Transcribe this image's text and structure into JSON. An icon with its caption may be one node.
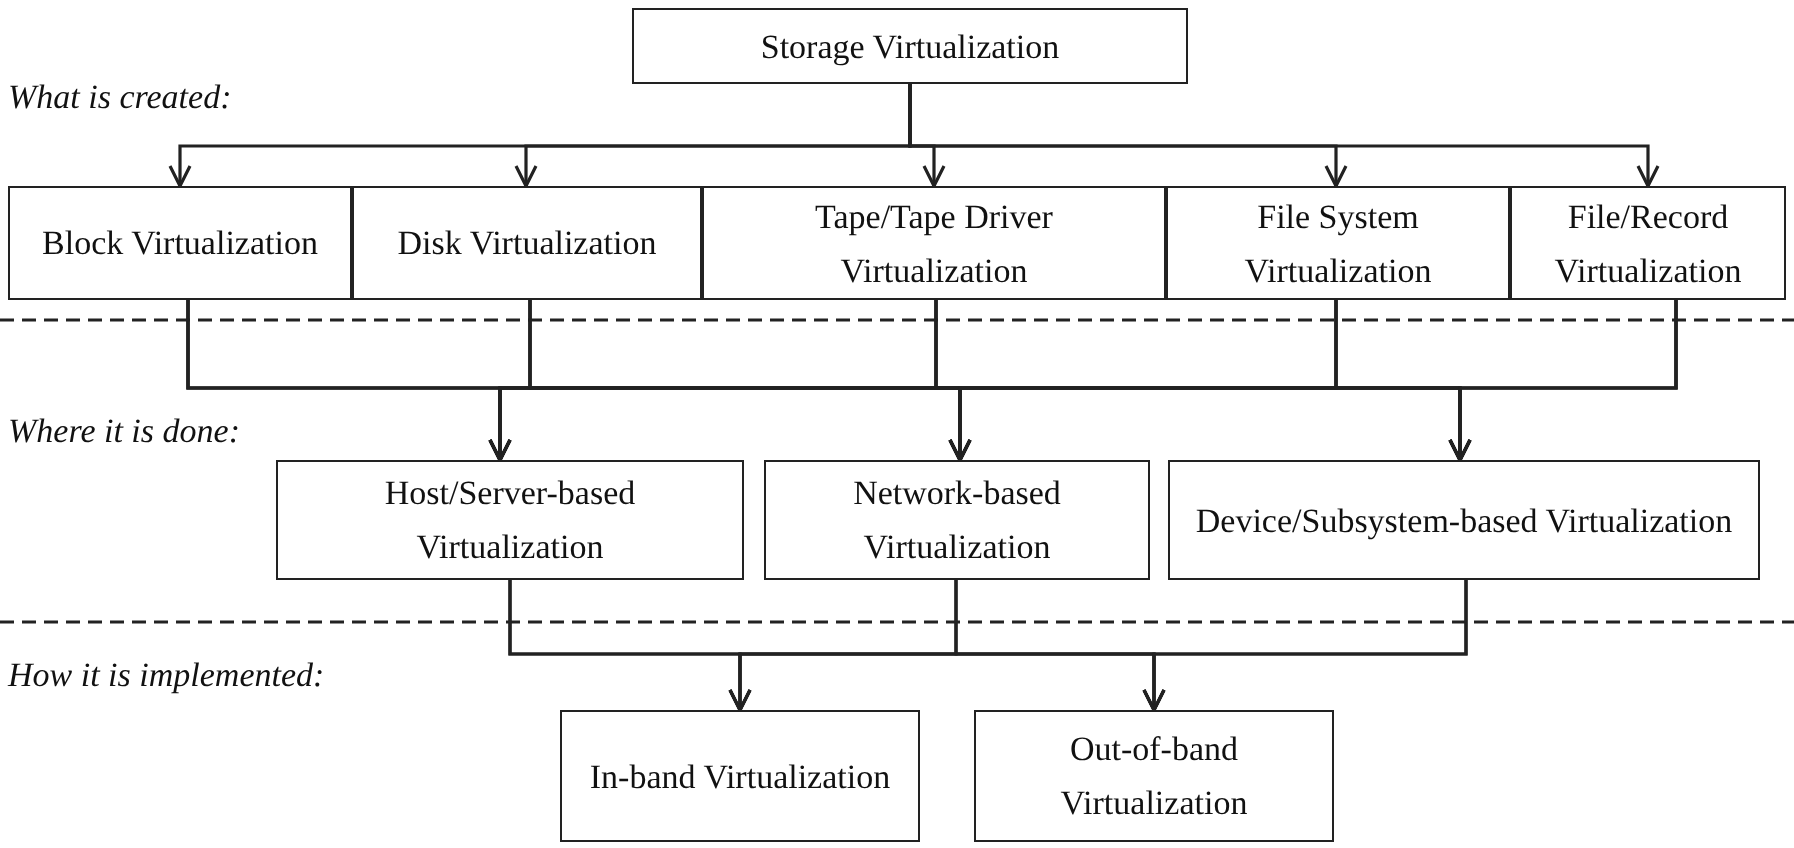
{
  "diagram": {
    "nodes": [
      {
        "text": [
          "Storage Virtualization"
        ]
      },
      {
        "text": [
          "Block Virtualization"
        ]
      },
      {
        "text": [
          "Disk Virtualization"
        ]
      },
      {
        "text": [
          "Tape/Tape Driver Virtualization"
        ]
      },
      {
        "text": [
          "File System Virtualization"
        ]
      },
      {
        "text": [
          "File/Record Virtualization"
        ]
      },
      {
        "text": [
          "Host/Server-based Virtualization"
        ]
      },
      {
        "text": [
          "Network-based Virtualization"
        ]
      },
      {
        "text": [
          "Device/Subsystem-based Virtualization"
        ]
      },
      {
        "text": [
          "In-band Virtualization"
        ]
      },
      {
        "text": [
          "Out-of-band Virtualization"
        ]
      }
    ],
    "edges": [
      {
        "from": 0,
        "to": 1,
        "arrow": "to"
      },
      {
        "from": 0,
        "to": 2,
        "arrow": "to"
      },
      {
        "from": 0,
        "to": 3,
        "arrow": "to"
      },
      {
        "from": 0,
        "to": 4,
        "arrow": "to"
      },
      {
        "from": 0,
        "to": 5,
        "arrow": "to"
      },
      {
        "from": 1,
        "to": 6,
        "arrow": "to"
      },
      {
        "from": 1,
        "to": 7,
        "arrow": "to"
      },
      {
        "from": 1,
        "to": 8,
        "arrow": "to"
      },
      {
        "from": 2,
        "to": 6,
        "arrow": "to"
      },
      {
        "from": 2,
        "to": 7,
        "arrow": "to"
      },
      {
        "from": 2,
        "to": 8,
        "arrow": "to"
      },
      {
        "from": 3,
        "to": 6,
        "arrow": "to"
      },
      {
        "from": 3,
        "to": 7,
        "arrow": "to"
      },
      {
        "from": 3,
        "to": 8,
        "arrow": "to"
      },
      {
        "from": 4,
        "to": 6,
        "arrow": "to"
      },
      {
        "from": 4,
        "to": 7,
        "arrow": "to"
      },
      {
        "from": 4,
        "to": 8,
        "arrow": "to"
      },
      {
        "from": 5,
        "to": 6,
        "arrow": "to"
      },
      {
        "from": 5,
        "to": 7,
        "arrow": "to"
      },
      {
        "from": 5,
        "to": 8,
        "arrow": "to"
      },
      {
        "from": 6,
        "to": 9,
        "arrow": "to"
      },
      {
        "from": 6,
        "to": 10,
        "arrow": "to"
      },
      {
        "from": 7,
        "to": 9,
        "arrow": "to"
      },
      {
        "from": 7,
        "to": 10,
        "arrow": "to"
      },
      {
        "from": 8,
        "to": 9,
        "arrow": "to"
      },
      {
        "from": 8,
        "to": 10,
        "arrow": "to"
      }
    ],
    "labels": [
      "What is created:",
      "Where it is done:",
      "How it is implemented:"
    ]
  }
}
